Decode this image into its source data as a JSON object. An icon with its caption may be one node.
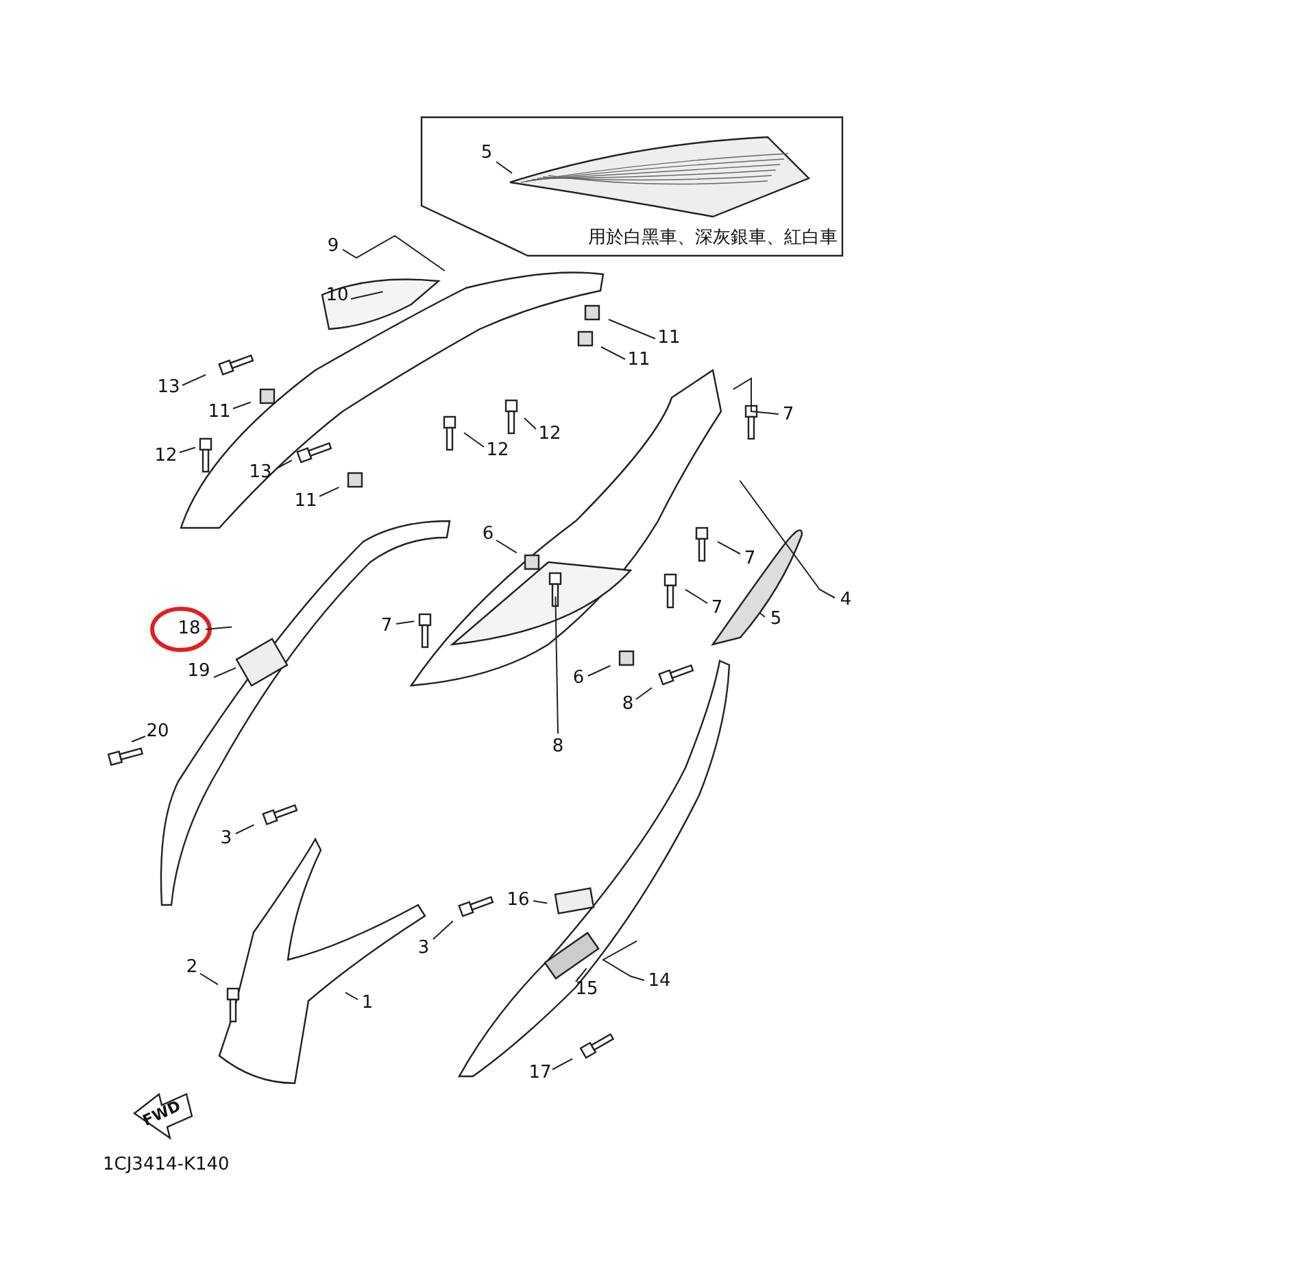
{
  "diagram": {
    "nodes": [
      {
        "text": [
          "用於白黑車、深灰銀車、紅白車"
        ]
      },
      {
        "text": [
          "5"
        ],
        "in": 0
      },
      {
        "text": [
          "9"
        ]
      },
      {
        "text": [
          "10"
        ]
      },
      {
        "text": [
          "11"
        ]
      },
      {
        "text": [
          "11"
        ]
      },
      {
        "text": [
          "13"
        ]
      },
      {
        "text": [
          "11"
        ]
      },
      {
        "text": [
          "12"
        ]
      },
      {
        "text": [
          "12"
        ]
      },
      {
        "text": [
          "12"
        ]
      },
      {
        "text": [
          "13"
        ]
      },
      {
        "text": [
          "11"
        ]
      },
      {
        "text": [
          "7"
        ]
      },
      {
        "text": [
          "6"
        ]
      },
      {
        "text": [
          "7"
        ]
      },
      {
        "text": [
          "4"
        ]
      },
      {
        "text": [
          "5"
        ]
      },
      {
        "text": [
          "7"
        ]
      },
      {
        "text": [
          "7"
        ]
      },
      {
        "text": [
          "18"
        ]
      },
      {
        "text": [
          "19"
        ]
      },
      {
        "text": [
          "6"
        ]
      },
      {
        "text": [
          "8"
        ]
      },
      {
        "text": [
          "20"
        ]
      },
      {
        "text": [
          "8"
        ]
      },
      {
        "text": [
          "3"
        ]
      },
      {
        "text": [
          "16"
        ]
      },
      {
        "text": [
          "3"
        ]
      },
      {
        "text": [
          "2"
        ]
      },
      {
        "text": [
          "1"
        ]
      },
      {
        "text": [
          "14"
        ]
      },
      {
        "text": [
          "15"
        ]
      },
      {
        "text": [
          "17"
        ]
      }
    ],
    "edges": [
      {
        "from": 1,
        "to": null,
        "arrow": "none"
      },
      {
        "from": 2,
        "to": null,
        "arrow": "none"
      },
      {
        "from": 3,
        "to": null,
        "arrow": "none"
      },
      {
        "from": 4,
        "to": null,
        "arrow": "none"
      },
      {
        "from": 5,
        "to": null,
        "arrow": "none"
      },
      {
        "from": 6,
        "to": null,
        "arrow": "none"
      },
      {
        "from": 7,
        "to": null,
        "arrow": "none"
      },
      {
        "from": 8,
        "to": null,
        "arrow": "none"
      },
      {
        "from": 9,
        "to": null,
        "arrow": "none"
      },
      {
        "from": 10,
        "to": null,
        "arrow": "none"
      },
      {
        "from": 11,
        "to": null,
        "arrow": "none"
      },
      {
        "from": 12,
        "to": null,
        "arrow": "none"
      },
      {
        "from": 13,
        "to": null,
        "arrow": "none"
      },
      {
        "from": 14,
        "to": null,
        "arrow": "none"
      },
      {
        "from": 15,
        "to": null,
        "arrow": "none"
      },
      {
        "from": 16,
        "to": null,
        "arrow": "none"
      },
      {
        "from": 17,
        "to": null,
        "arrow": "none"
      },
      {
        "from": 18,
        "to": null,
        "arrow": "none"
      },
      {
        "from": 19,
        "to": null,
        "arrow": "none"
      },
      {
        "from": 20,
        "to": null,
        "arrow": "none"
      },
      {
        "from": 21,
        "to": null,
        "arrow": "none"
      },
      {
        "from": 22,
        "to": null,
        "arrow": "none"
      },
      {
        "from": 23,
        "to": null,
        "arrow": "none"
      },
      {
        "from": 24,
        "to": null,
        "arrow": "none"
      },
      {
        "from": 25,
        "to": null,
        "arrow": "none"
      },
      {
        "from": 26,
        "to": null,
        "arrow": "none"
      },
      {
        "from": 27,
        "to": null,
        "arrow": "none"
      },
      {
        "from": 28,
        "to": null,
        "arrow": "none"
      },
      {
        "from": 29,
        "to": null,
        "arrow": "none"
      },
      {
        "from": 30,
        "to": null,
        "arrow": "none"
      },
      {
        "from": 31,
        "to": null,
        "arrow": "none"
      },
      {
        "from": 32,
        "to": null,
        "arrow": "none"
      },
      {
        "from": 33,
        "to": null,
        "arrow": "none"
      }
    ],
    "labels": [
      "FWD",
      "1CJ3414-K140"
    ]
  }
}
